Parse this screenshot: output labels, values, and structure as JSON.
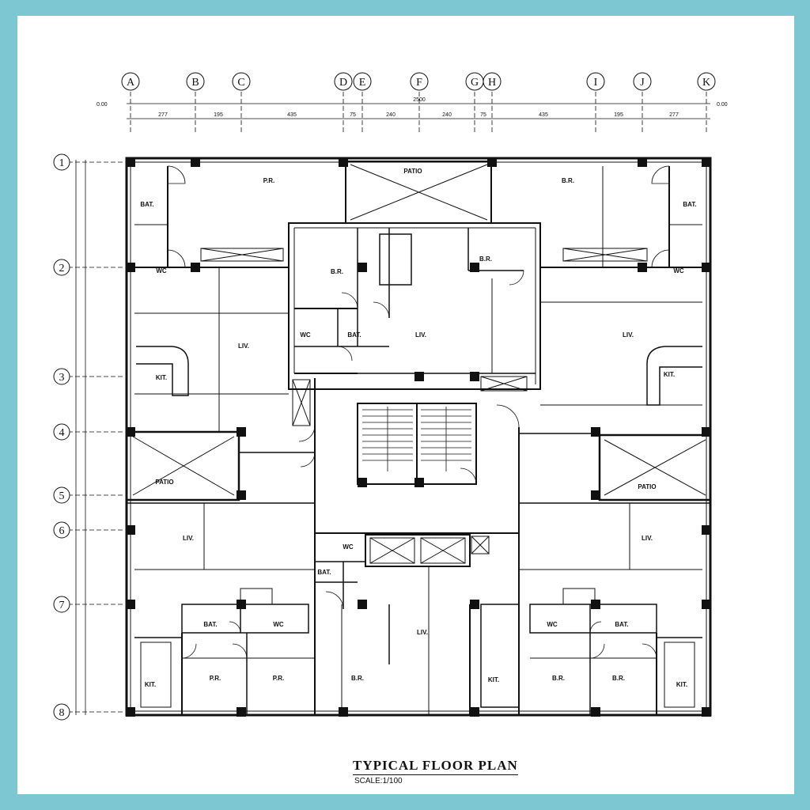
{
  "drawing": {
    "title": "TYPICAL FLOOR PLAN",
    "scale": "SCALE:1/100",
    "frame_color": "#7cc7d1",
    "line_color": "#111111",
    "grid_columns": [
      "A",
      "B",
      "C",
      "D",
      "E",
      "F",
      "G",
      "H",
      "I",
      "J",
      "K"
    ],
    "grid_rows": [
      "1",
      "2",
      "3",
      "4",
      "5",
      "6",
      "7",
      "8"
    ],
    "top_dimensions": [
      "277",
      "195",
      "435",
      "75",
      "240",
      "240",
      "75",
      "435",
      "195",
      "277"
    ],
    "overall_width": "2500",
    "level_marks": [
      "0.00",
      "0.00"
    ],
    "rooms": [
      {
        "key": "pr_top_left",
        "label": "P.R."
      },
      {
        "key": "patio_top",
        "label": "PATIO"
      },
      {
        "key": "br_top_right",
        "label": "B.R."
      },
      {
        "key": "bat_top_left",
        "label": "BAT."
      },
      {
        "key": "bat_top_right",
        "label": "BAT."
      },
      {
        "key": "wc_top_left",
        "label": "WC"
      },
      {
        "key": "wc_top_right",
        "label": "WC"
      },
      {
        "key": "br_center",
        "label": "B.R."
      },
      {
        "key": "br_center_right",
        "label": "B.R."
      },
      {
        "key": "liv_center",
        "label": "LIV."
      },
      {
        "key": "wc_center",
        "label": "WC"
      },
      {
        "key": "bat_center",
        "label": "BAT."
      },
      {
        "key": "liv_left",
        "label": "LIV."
      },
      {
        "key": "liv_right",
        "label": "LIV."
      },
      {
        "key": "kit_left",
        "label": "KIT."
      },
      {
        "key": "kit_right",
        "label": "KIT."
      },
      {
        "key": "patio_left",
        "label": "PATIO"
      },
      {
        "key": "patio_right",
        "label": "PATIO"
      },
      {
        "key": "liv_bottom_left",
        "label": "LIV."
      },
      {
        "key": "liv_bottom_right",
        "label": "LIV."
      },
      {
        "key": "wc_lower",
        "label": "WC"
      },
      {
        "key": "bat_lower",
        "label": "BAT."
      },
      {
        "key": "liv_bottom_center",
        "label": "LIV."
      },
      {
        "key": "bat_bl1",
        "label": "BAT."
      },
      {
        "key": "wc_bl",
        "label": "WC"
      },
      {
        "key": "wc_br",
        "label": "WC"
      },
      {
        "key": "bat_br",
        "label": "BAT."
      },
      {
        "key": "kit_bl",
        "label": "KIT."
      },
      {
        "key": "pr_bl1",
        "label": "P.R."
      },
      {
        "key": "pr_bl2",
        "label": "P.R."
      },
      {
        "key": "br_bc",
        "label": "B.R."
      },
      {
        "key": "kit_bc",
        "label": "KIT."
      },
      {
        "key": "br_br1",
        "label": "B.R."
      },
      {
        "key": "br_br2",
        "label": "B.R."
      },
      {
        "key": "kit_br",
        "label": "KIT."
      }
    ]
  }
}
